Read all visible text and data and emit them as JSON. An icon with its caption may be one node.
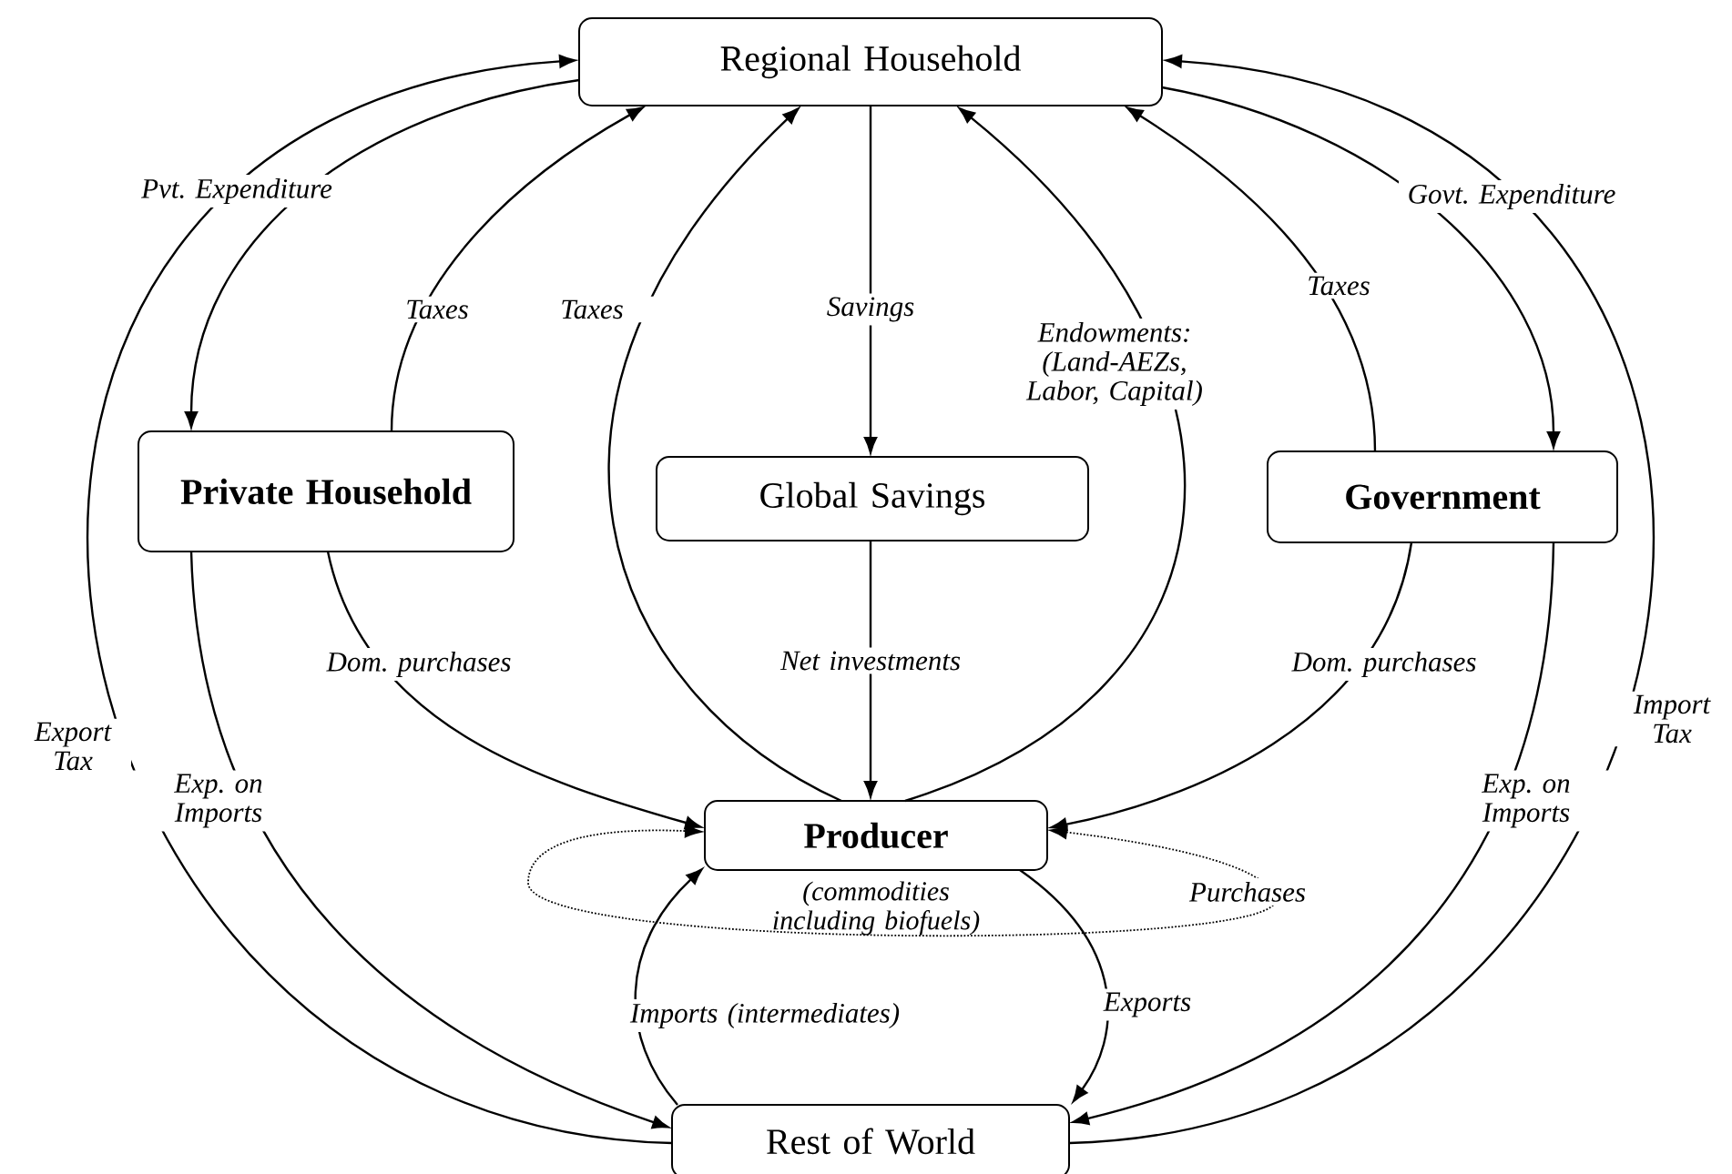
{
  "diagram": {
    "nodes": [
      {
        "text": [
          "Regional Household"
        ]
      },
      {
        "text": [
          "Private Household"
        ]
      },
      {
        "text": [
          "Global Savings"
        ]
      },
      {
        "text": [
          "Government"
        ]
      },
      {
        "text": [
          "Producer"
        ],
        "beside": [
          "(commodities including biofuels)"
        ]
      },
      {
        "text": [
          "Rest of World"
        ]
      }
    ],
    "edges": [
      {
        "from": 5,
        "to": 0,
        "arrow": "to",
        "label": "Export Tax"
      },
      {
        "from": 0,
        "to": 1,
        "arrow": "to",
        "label": "Pvt. Expenditure"
      },
      {
        "from": 1,
        "to": 0,
        "arrow": "to",
        "label": "Taxes"
      },
      {
        "from": 4,
        "to": 0,
        "arrow": "to",
        "label": "Taxes"
      },
      {
        "from": 0,
        "to": 2,
        "arrow": "to",
        "label": "Savings"
      },
      {
        "from": 2,
        "to": 4,
        "arrow": "to",
        "label": "Net investments"
      },
      {
        "from": 4,
        "to": 0,
        "arrow": "to",
        "label": "Endowments: (Land-AEZs, Labor, Capital)"
      },
      {
        "from": 3,
        "to": 0,
        "arrow": "to",
        "label": "Taxes"
      },
      {
        "from": 0,
        "to": 3,
        "arrow": "to",
        "label": "Govt. Expenditure"
      },
      {
        "from": 5,
        "to": 0,
        "arrow": "to",
        "label": "Import Tax"
      },
      {
        "from": 1,
        "to": 4,
        "arrow": "to",
        "label": "Dom. purchases"
      },
      {
        "from": 1,
        "to": 5,
        "arrow": "to",
        "label": "Exp. on Imports"
      },
      {
        "from": 3,
        "to": 4,
        "arrow": "to",
        "label": "Dom. purchases"
      },
      {
        "from": 3,
        "to": 5,
        "arrow": "to",
        "label": "Exp. on Imports"
      },
      {
        "from": 4,
        "to": 4,
        "arrow": "both",
        "label": "Purchases",
        "style": "dashed"
      },
      {
        "from": 5,
        "to": 4,
        "arrow": "to",
        "label": "Imports (intermediates)"
      },
      {
        "from": 4,
        "to": 5,
        "arrow": "to",
        "label": "Exports"
      }
    ]
  }
}
